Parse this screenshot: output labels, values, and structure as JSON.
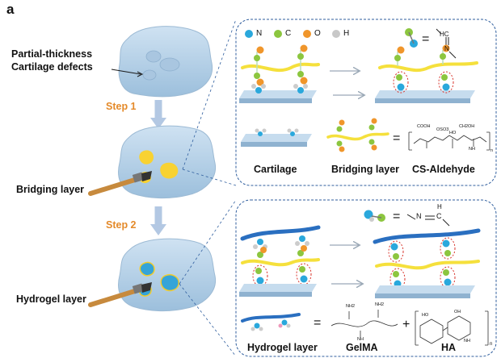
{
  "panel_label": "a",
  "left_labels": {
    "defects_line1": "Partial-thickness",
    "defects_line2": "Cartilage defects",
    "step1": "Step 1",
    "bridging": "Bridging layer",
    "step2": "Step 2",
    "hydrogel": "Hydrogel layer"
  },
  "legend": [
    {
      "symbol": "N",
      "color": "#2aa8dc"
    },
    {
      "symbol": "C",
      "color": "#8cc63f"
    },
    {
      "symbol": "O",
      "color": "#f0962b"
    },
    {
      "symbol": "H",
      "color": "#c8c8c8"
    }
  ],
  "top_panel": {
    "captions": [
      "Cartilage",
      "Bridging layer",
      "CS-Aldehyde"
    ],
    "equals": "=",
    "imine_left": "HC",
    "imine_right": "N",
    "cs_chem": [
      "COOH",
      "OSO3",
      "CH2OH",
      "HO",
      "NH",
      "n"
    ]
  },
  "bottom_panel": {
    "captions": [
      "Hydrogel layer",
      "GelMA",
      "HA"
    ],
    "equals": "=",
    "plus": "+",
    "imine_n": "N",
    "imine_c": "C",
    "imine_h": "H",
    "gelma_chem": [
      "NH2",
      "NH2",
      "NH"
    ],
    "ha_chem": [
      "HO",
      "OH",
      "NH",
      "n"
    ]
  },
  "colors": {
    "cartilage": "#b8d4ea",
    "chain_yellow": "#f5e03c",
    "chain_blue": "#2a6fc0",
    "nitrogen": "#2aa8dc",
    "carbon": "#8cc63f",
    "oxygen": "#f0962b",
    "hydrogen": "#c8c8c8",
    "step_orange": "#e48a2a",
    "panel_border": "#2f5e9e"
  }
}
